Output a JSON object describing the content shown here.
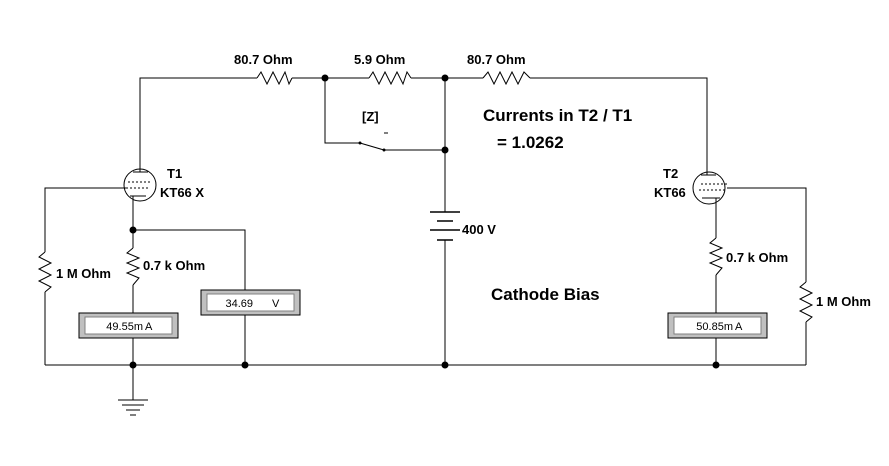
{
  "labels": {
    "r_top_left": "80.7  Ohm",
    "r_top_mid": "5.9  Ohm",
    "r_top_right": "80.7  Ohm",
    "switch_key": "[Z]",
    "currents_title": "Currents in T2 / T1",
    "currents_value": "= 1.0262",
    "t1_name": "T1",
    "t1_model": "KT66 X",
    "t2_name": "T2",
    "t2_model": "KT66",
    "battery": "400 V",
    "r_grid_left": "1 M Ohm",
    "r_grid_right": "1 M Ohm",
    "r_cathode_left": "0.7 k Ohm",
    "r_cathode_right": "0.7 k Ohm",
    "cathode_bias": "Cathode Bias"
  },
  "meters": {
    "ammeter_left": {
      "value": "49.55m",
      "unit": "A"
    },
    "voltmeter": {
      "value": "34.69",
      "unit": "V"
    },
    "ammeter_right": {
      "value": "50.85m",
      "unit": "A"
    }
  }
}
